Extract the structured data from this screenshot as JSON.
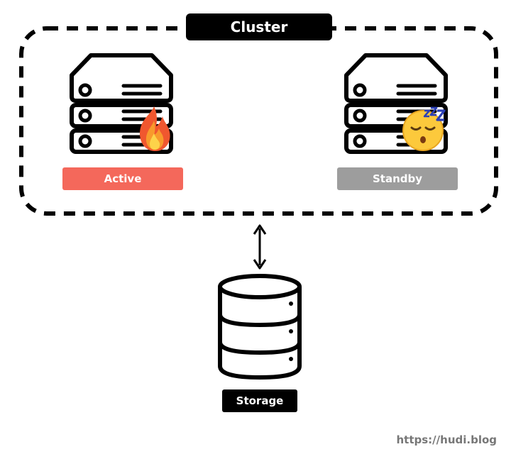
{
  "cluster": {
    "title": "Cluster"
  },
  "nodes": [
    {
      "label": "Active",
      "status_color": "#f4685b",
      "icon": "fire-icon"
    },
    {
      "label": "Standby",
      "status_color": "#9d9d9d",
      "icon": "sleeping-face-icon"
    }
  ],
  "storage": {
    "label": "Storage",
    "icon": "database-icon"
  },
  "connection": {
    "icon": "double-arrow-icon"
  },
  "watermark": {
    "text": "https://hudi.blog",
    "color": "#777777"
  },
  "colors": {
    "label_black": "#000000",
    "stroke": "#000000"
  }
}
